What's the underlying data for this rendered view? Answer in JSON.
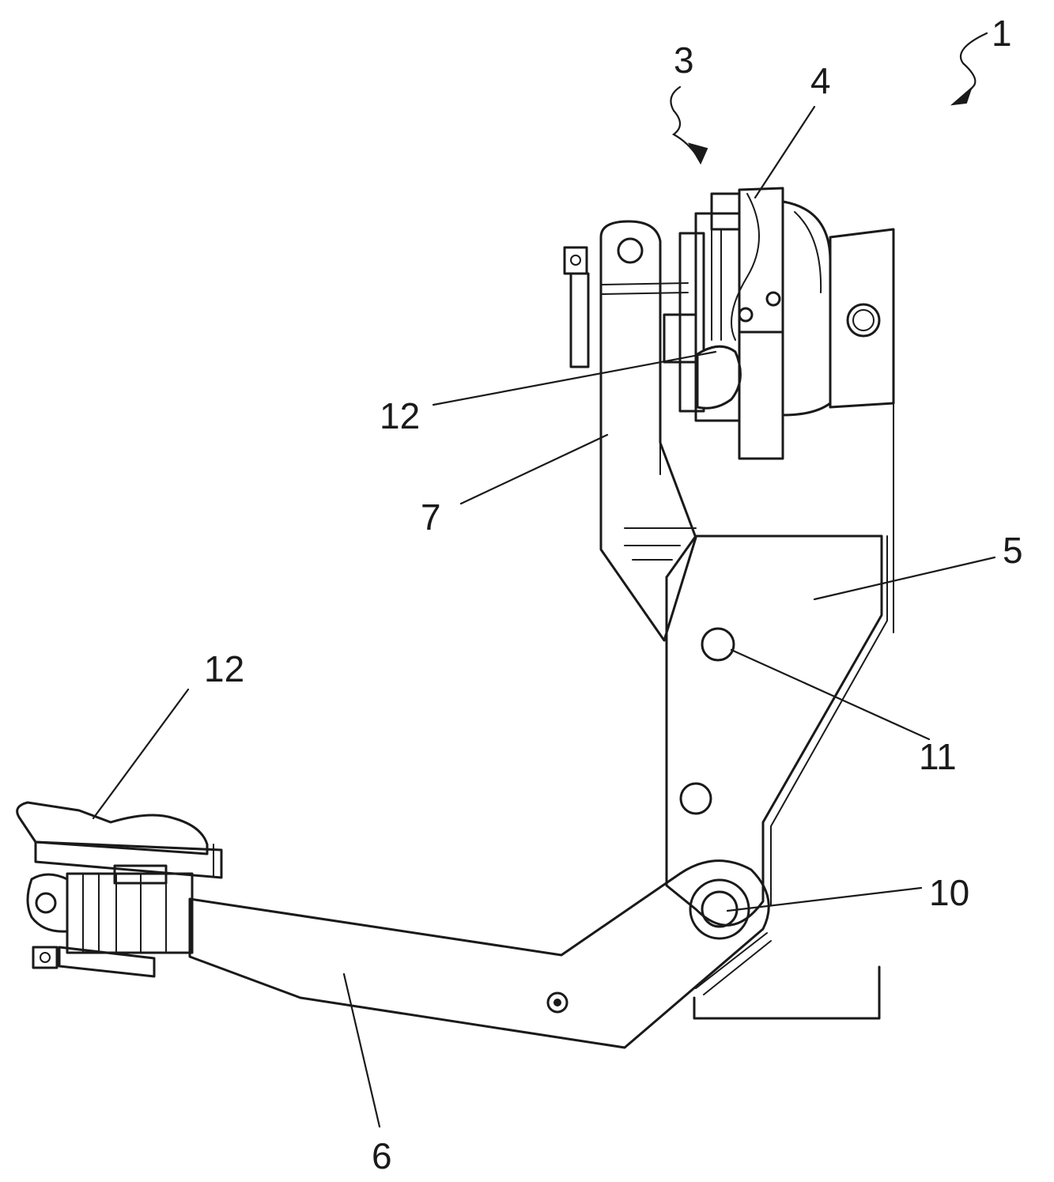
{
  "figure": {
    "reference_numerals": {
      "assembly": "1",
      "unit": "3",
      "latch": "4",
      "plate": "5",
      "lower_arm": "6",
      "upper_arm": "7",
      "pivot_pin": "10",
      "hole": "11",
      "pad_upper": "12",
      "pad_lower": "12"
    }
  }
}
